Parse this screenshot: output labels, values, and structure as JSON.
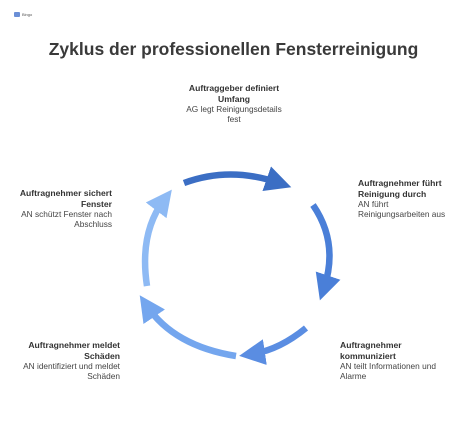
{
  "logo": {
    "text": "Bingo"
  },
  "title": "Zyklus der professionellen Fensterreinigung",
  "colors": {
    "arrows": [
      "#3b6ec4",
      "#4a7fd8",
      "#5a8de2",
      "#74a6ee",
      "#8ebaf4"
    ]
  },
  "steps": [
    {
      "heading": "Auftraggeber definiert Umfang",
      "description": "AG legt Reinigungsdetails fest"
    },
    {
      "heading": "Auftragnehmer führt Reinigung durch",
      "description": "AN führt Reinigungsarbeiten aus"
    },
    {
      "heading": "Auftragnehmer kommuniziert",
      "description": "AN teilt Informationen und Alarme"
    },
    {
      "heading": "Auftragnehmer meldet Schäden",
      "description": "AN identifiziert und meldet Schäden"
    },
    {
      "heading": "Auftragnehmer sichert Fenster",
      "description": "AN schützt Fenster nach Abschluss"
    }
  ]
}
